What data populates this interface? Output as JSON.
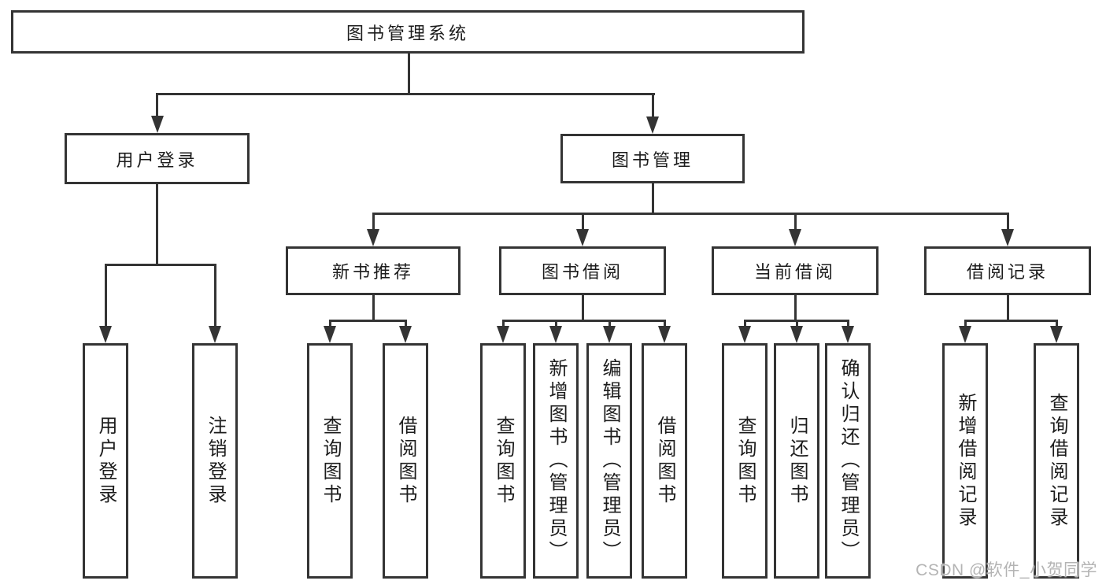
{
  "tree": {
    "label": "图书管理系统",
    "children": [
      {
        "label": "用户登录",
        "children": [
          {
            "label": "用户登录"
          },
          {
            "label": "注销登录"
          }
        ]
      },
      {
        "label": "图书管理",
        "children": [
          {
            "label": "新书推荐",
            "children": [
              {
                "label": "查询图书"
              },
              {
                "label": "借阅图书"
              }
            ]
          },
          {
            "label": "图书借阅",
            "children": [
              {
                "label": "查询图书"
              },
              {
                "label": "新增图书（管理员）"
              },
              {
                "label": "编辑图书（管理员）"
              },
              {
                "label": "借阅图书"
              }
            ]
          },
          {
            "label": "当前借阅",
            "children": [
              {
                "label": "查询图书"
              },
              {
                "label": "归还图书"
              },
              {
                "label": "确认归还（管理员）"
              }
            ]
          },
          {
            "label": "借阅记录",
            "children": [
              {
                "label": "新增借阅记录"
              },
              {
                "label": "查询借阅记录"
              }
            ]
          }
        ]
      }
    ]
  },
  "watermark": {
    "text": "CSDN @软件_小贺同学"
  },
  "colors": {
    "line": "#343434",
    "text": "#1c1c1c",
    "watermark": "#b4b4b4",
    "background": "#ffffff"
  }
}
